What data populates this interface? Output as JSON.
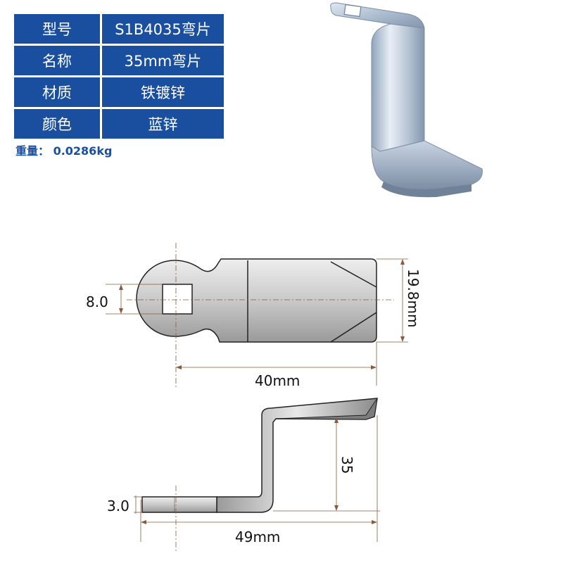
{
  "spec_table": {
    "rows": [
      {
        "label": "型号",
        "value": "S1B4035弯片"
      },
      {
        "label": "名称",
        "value": "35mm弯片"
      },
      {
        "label": "材质",
        "value": "铁镀锌"
      },
      {
        "label": "颜色",
        "value": "蓝锌"
      }
    ]
  },
  "weight": "重量： 0.0286kg",
  "dimensions": {
    "hole": "8.0",
    "width": "19.8mm",
    "length_top": "40mm",
    "thickness": "3.0",
    "height": "35",
    "length_bottom": "49mm"
  },
  "colors": {
    "table_bg": "#1a4fa0",
    "table_text": "#ffffff",
    "weight_text": "#1a4fa0",
    "dimension_line": "#8b5a3c",
    "part_outline": "#222222"
  }
}
